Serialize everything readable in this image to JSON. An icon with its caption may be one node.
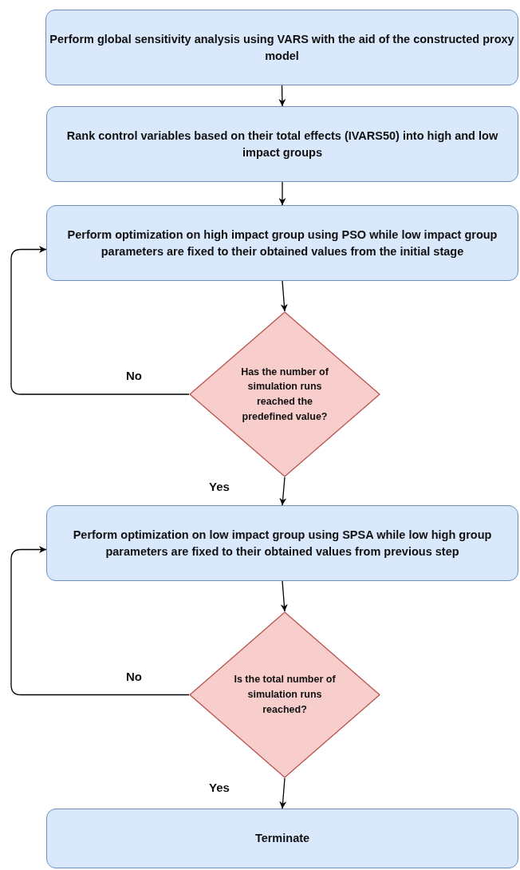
{
  "diagram": {
    "nodes": [
      {
        "text": [
          "Perform global sensitivity analysis using VARS with the aid of the constructed proxy model"
        ]
      },
      {
        "text": [
          "Rank control variables based on their total effects (IVARS50) into high and low impact groups"
        ]
      },
      {
        "text": [
          "Perform optimization on high impact group using PSO while low impact group parameters are fixed to their obtained values from the initial stage"
        ]
      },
      {
        "text": [
          "Has the number of simulation runs reached the predefined value?"
        ]
      },
      {
        "text": [
          "Perform optimization on low impact group using SPSA while low high group parameters are fixed to their obtained values from previous step"
        ]
      },
      {
        "text": [
          "Is the total number of simulation runs reached?"
        ]
      },
      {
        "text": [
          "Terminate"
        ]
      }
    ],
    "edges": [
      {
        "from": 0,
        "to": 1,
        "arrow": "to"
      },
      {
        "from": 1,
        "to": 2,
        "arrow": "to"
      },
      {
        "from": 2,
        "to": 3,
        "arrow": "to"
      },
      {
        "from": 3,
        "to": 2,
        "arrow": "to",
        "label": "No"
      },
      {
        "from": 3,
        "to": 4,
        "arrow": "to",
        "label": "Yes"
      },
      {
        "from": 4,
        "to": 5,
        "arrow": "to"
      },
      {
        "from": 5,
        "to": 4,
        "arrow": "to",
        "label": "No"
      },
      {
        "from": 5,
        "to": 6,
        "arrow": "to",
        "label": "Yes"
      }
    ]
  }
}
